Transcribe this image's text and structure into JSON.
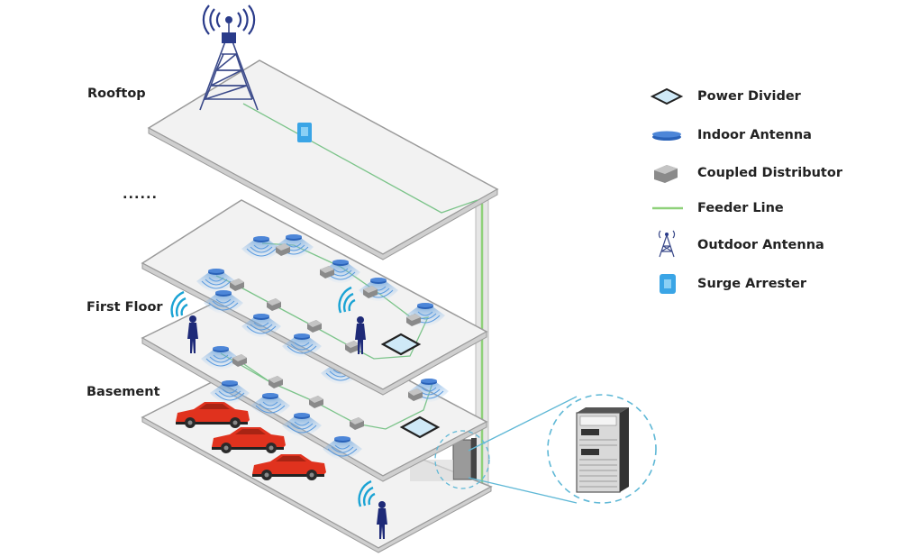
{
  "floors": {
    "rooftop": "Rooftop",
    "ellipsis": "......",
    "first_floor": "First Floor",
    "basement": "Basement"
  },
  "legend": [
    {
      "icon": "power-divider-icon",
      "label": "Power Divider"
    },
    {
      "icon": "indoor-antenna-icon",
      "label": "Indoor Antenna"
    },
    {
      "icon": "coupled-distributor-icon",
      "label": "Coupled Distributor"
    },
    {
      "icon": "feeder-line-icon",
      "label": "Feeder Line"
    },
    {
      "icon": "outdoor-antenna-icon",
      "label": "Outdoor Antenna"
    },
    {
      "icon": "surge-arrester-icon",
      "label": "Surge Arrester"
    }
  ],
  "colors": {
    "feeder": "#8fd17a",
    "signal": "#1aa3d4",
    "antenna": "#2a62b8",
    "person": "#1e2a78",
    "car": "#e0321e",
    "floor_fill": "#f2f2f2",
    "floor_edge": "#9a9a9a",
    "zoom_ring": "#5fb8d6"
  }
}
